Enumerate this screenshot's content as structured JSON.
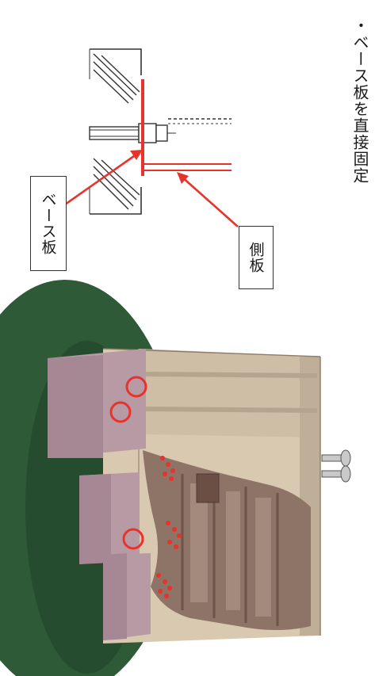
{
  "heading": "・ベース板を直接固定",
  "labels": {
    "base_plate": "ベース板",
    "side_plate": "側板"
  },
  "colors": {
    "accent_red": "#e8322c",
    "ground_green": "#2e5a37",
    "tank_body": "#d9c9b2",
    "beam": "#b89aa5"
  }
}
